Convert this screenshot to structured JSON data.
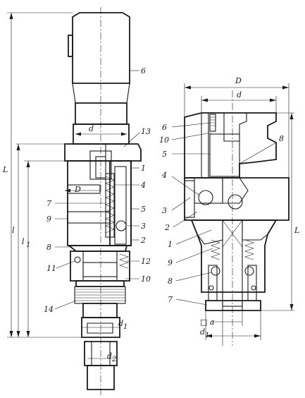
{
  "left_view": {
    "part_labels": [
      "6",
      "13",
      "1",
      "4",
      "7",
      "5",
      "9",
      "3",
      "2",
      "8",
      "12",
      "11",
      "10",
      "14"
    ],
    "dim_labels": {
      "L": "L",
      "l": "l",
      "l1": "l",
      "l1_sub": "1",
      "d": "d",
      "D": "D",
      "d1": "d",
      "d1_sub": "1",
      "d2": "d",
      "d2_sub": "2"
    }
  },
  "right_view": {
    "part_labels": [
      "6",
      "10",
      "5",
      "4",
      "3",
      "2",
      "1",
      "9",
      "8",
      "7",
      "8"
    ],
    "dim_labels": {
      "D": "D",
      "d": "d",
      "L": "L",
      "a": "□ a",
      "d1": "d",
      "d1_sub": "1"
    }
  }
}
